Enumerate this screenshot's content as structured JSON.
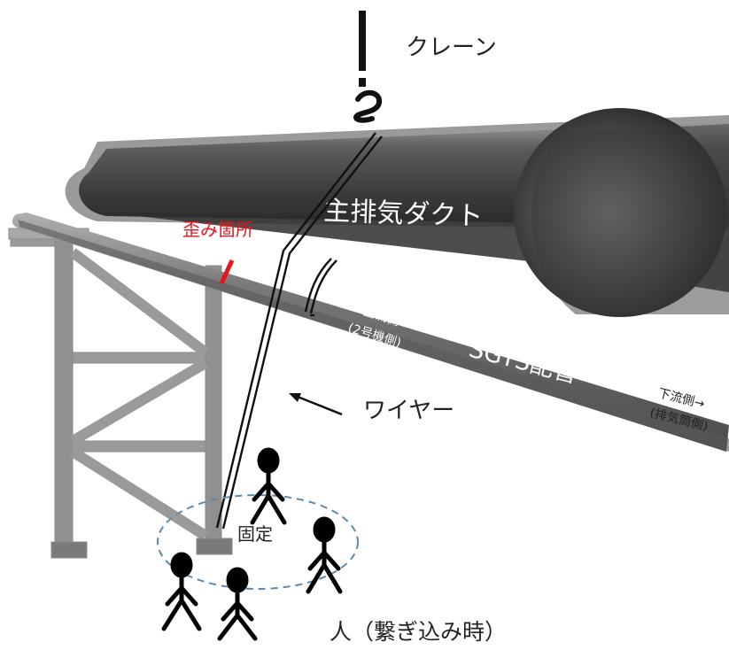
{
  "labels": {
    "crane": "クレーン",
    "main_duct": "主排気ダクト",
    "strain_point": "歪み箇所",
    "upstream": "←上流側",
    "upstream_sub": "(2号機側)",
    "sgts_pipe": "SGTS配管",
    "downstream": "下流側→",
    "downstream_sub": "(排気筒側)",
    "wire": "ワイヤー",
    "fixed": "固定",
    "person": "人（繋ぎ込み時）"
  },
  "colors": {
    "highlight": "#e8141b",
    "duct_dark": "#3c3c3c",
    "frame_gray": "#8a8a8a",
    "ellipse_dash": "#5a8ab0"
  },
  "icons": [
    "crane-hook-icon",
    "person-icon",
    "arrow-icon"
  ]
}
